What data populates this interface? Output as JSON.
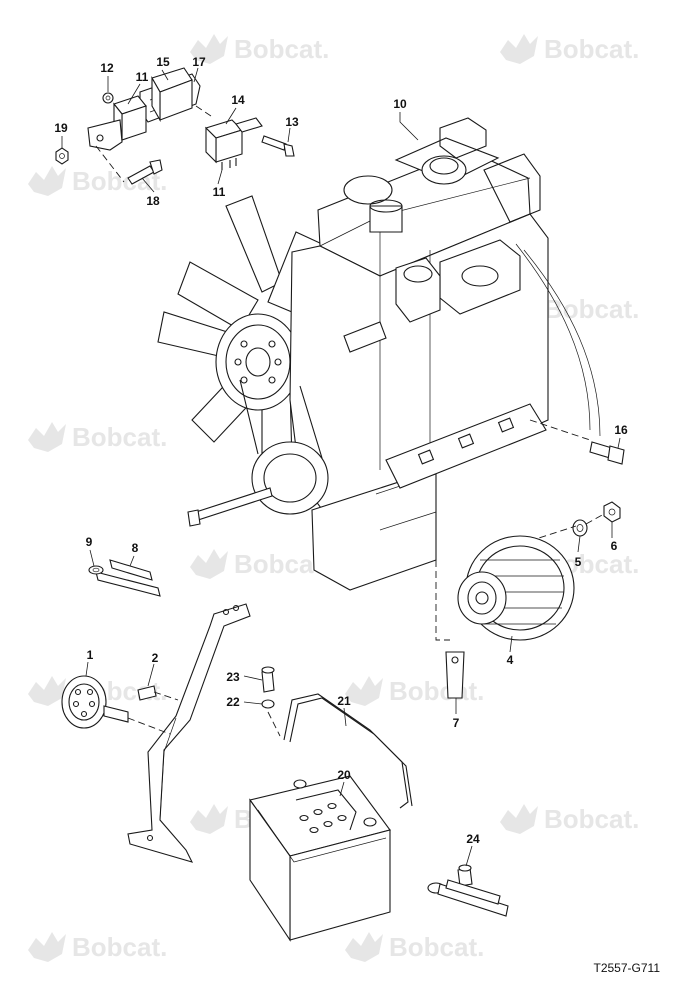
{
  "watermark": {
    "text": "Bobcat.",
    "color": "#e6e6e6"
  },
  "drawing_code": "T2557-G711",
  "callouts": [
    "1",
    "2",
    "4",
    "5",
    "6",
    "7",
    "8",
    "9",
    "10",
    "11",
    "11",
    "12",
    "13",
    "14",
    "15",
    "16",
    "17",
    "18",
    "19",
    "20",
    "21",
    "22",
    "23",
    "24"
  ]
}
